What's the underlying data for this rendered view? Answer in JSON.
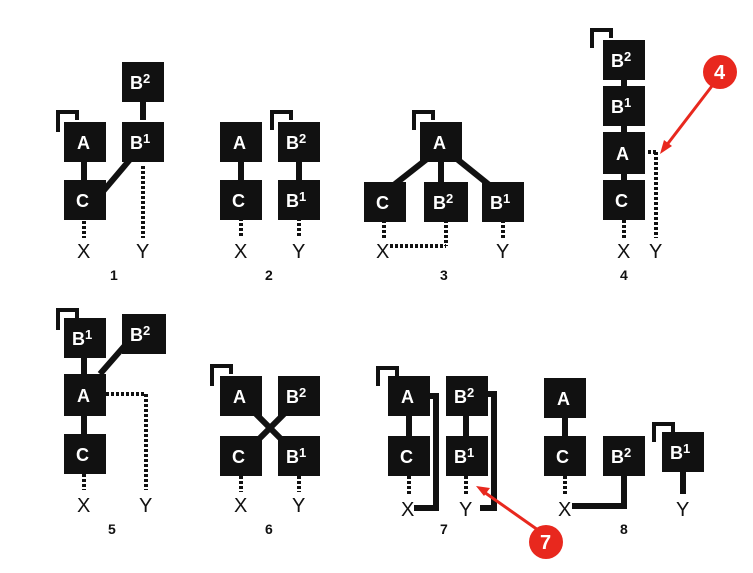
{
  "labels": {
    "A": "A",
    "B": "B",
    "C": "C",
    "sup1": "1",
    "sup2": "2",
    "X": "X",
    "Y": "Y"
  },
  "panels": [
    "1",
    "2",
    "3",
    "4",
    "5",
    "6",
    "7",
    "8"
  ],
  "callouts": [
    "4",
    "7"
  ],
  "colors": {
    "box": "#111111",
    "callout": "#e8281e"
  }
}
